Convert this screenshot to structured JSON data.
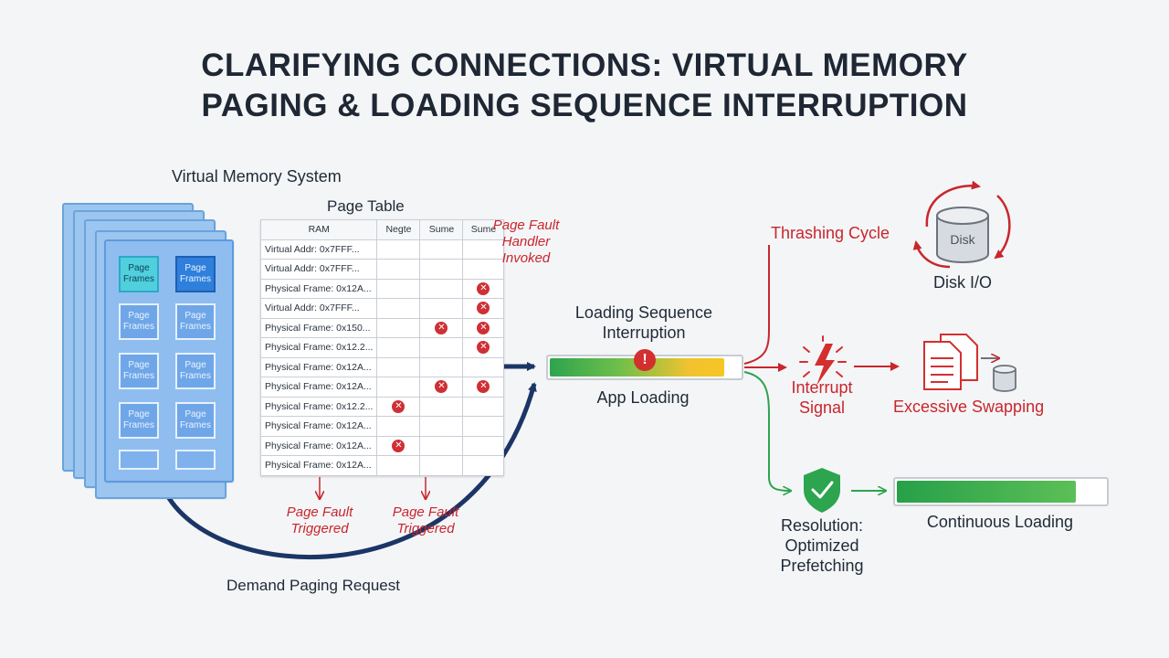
{
  "title": {
    "line1": "CLARIFYING CONNECTIONS: VIRTUAL MEMORY",
    "line2": "PAGING & LOADING SEQUENCE INTERRUPTION"
  },
  "virtual_memory": {
    "label": "Virtual Memory System",
    "frame_label": "Page Frames",
    "frames": [
      "Page Frames",
      "Page Frames",
      "Page Frames",
      "Page Frames",
      "Page Frames",
      "Page Frames",
      "Page Frames",
      "Page Frames"
    ]
  },
  "page_table": {
    "label": "Page Table",
    "headers": [
      "RAM",
      "Negte",
      "Sume",
      "Sume"
    ],
    "rows": [
      {
        "addr": "Virtual Addr: 0x7FFF...",
        "marks": [
          false,
          false,
          false
        ]
      },
      {
        "addr": "Virtual Addr: 0x7FFF...",
        "marks": [
          false,
          false,
          false
        ]
      },
      {
        "addr": "Physical Frame: 0x12A...",
        "marks": [
          false,
          false,
          true
        ]
      },
      {
        "addr": "Virtual Addr: 0x7FFF...",
        "marks": [
          false,
          false,
          true
        ]
      },
      {
        "addr": "Physical Frame: 0x150...",
        "marks": [
          false,
          true,
          true
        ]
      },
      {
        "addr": "Physical Frame: 0x12.2...",
        "marks": [
          false,
          false,
          true
        ]
      },
      {
        "addr": "Physical Frame: 0x12A...",
        "marks": [
          false,
          false,
          false
        ]
      },
      {
        "addr": "Physical Frame: 0x12A...",
        "marks": [
          false,
          true,
          true
        ]
      },
      {
        "addr": "Physical Frame: 0x12.2...",
        "marks": [
          true,
          false,
          false
        ]
      },
      {
        "addr": "Physical Frame: 0x12A...",
        "marks": [
          false,
          false,
          false
        ]
      },
      {
        "addr": "Physical Frame: 0x12A...",
        "marks": [
          true,
          false,
          false
        ]
      },
      {
        "addr": "Physical Frame: 0x12A...",
        "marks": [
          false,
          false,
          false
        ]
      }
    ]
  },
  "annotations": {
    "page_fault_handler": "Page Fault Handler Invoked",
    "page_fault_triggered_1": "Page Fault Triggered",
    "page_fault_triggered_2": "Page Fault Triggered",
    "demand_paging": "Demand Paging Request"
  },
  "loading": {
    "heading": "Loading Sequence Interruption",
    "bar_label": "App Loading",
    "progress": 0.92,
    "alert_symbol": "!"
  },
  "thrashing": {
    "label": "Thrashing Cycle",
    "disk_text": "Disk",
    "disk_io": "Disk I/O"
  },
  "interrupt": {
    "label": "Interrupt Signal",
    "swap_label": "Excessive Swapping"
  },
  "resolution": {
    "label": "Resolution: Optimized Prefetching",
    "continuous": "Continuous Loading",
    "progress": 0.86
  },
  "colors": {
    "red": "#c8262c",
    "green": "#2da44e",
    "navy": "#1b3566",
    "blue_page": "#8fbdf0"
  }
}
